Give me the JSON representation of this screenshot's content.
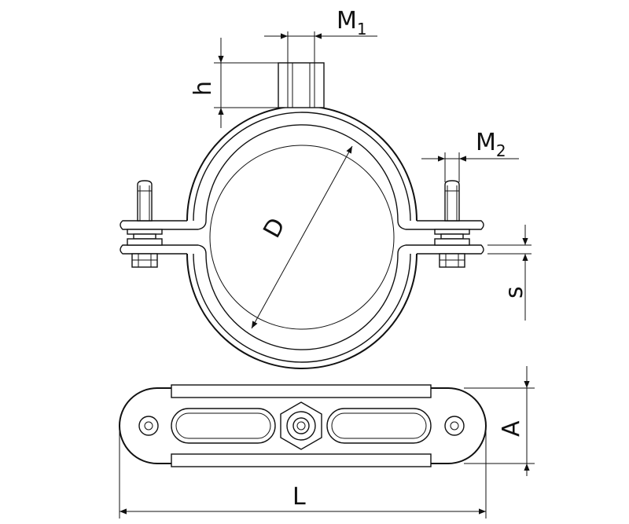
{
  "labels": {
    "m1": "M",
    "m1_sub": "1",
    "m2": "M",
    "m2_sub": "2",
    "h": "h",
    "d": "D",
    "s": "s",
    "a": "A",
    "l": "L"
  }
}
